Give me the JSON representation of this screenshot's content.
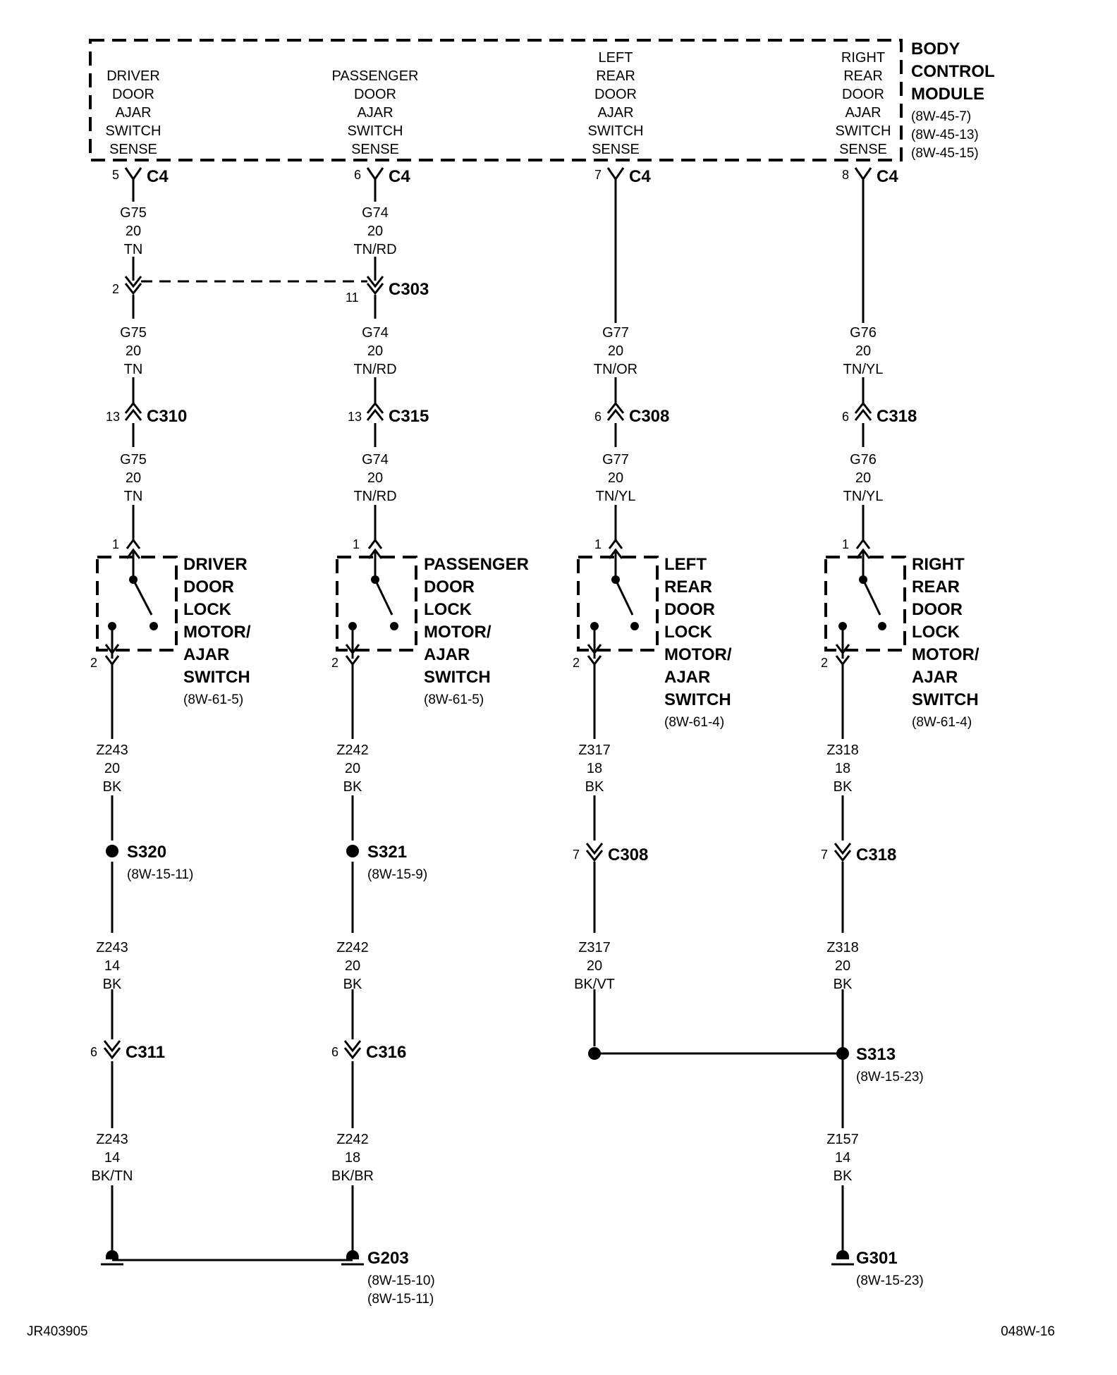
{
  "module": {
    "title_lines": [
      "BODY",
      "CONTROL",
      "MODULE"
    ],
    "refs": [
      "(8W-45-7)",
      "(8W-45-13)",
      "(8W-45-15)"
    ],
    "sense_labels": [
      [
        "DRIVER",
        "DOOR",
        "AJAR",
        "SWITCH",
        "SENSE"
      ],
      [
        "PASSENGER",
        "DOOR",
        "AJAR",
        "SWITCH",
        "SENSE"
      ],
      [
        "LEFT",
        "REAR",
        "DOOR",
        "AJAR",
        "SWITCH",
        "SENSE"
      ],
      [
        "RIGHT",
        "REAR",
        "DOOR",
        "AJAR",
        "SWITCH",
        "SENSE"
      ]
    ]
  },
  "c4": [
    {
      "pin": "5",
      "name": "C4"
    },
    {
      "pin": "6",
      "name": "C4"
    },
    {
      "pin": "7",
      "name": "C4"
    },
    {
      "pin": "8",
      "name": "C4"
    }
  ],
  "wires": {
    "g75_a": [
      "G75",
      "20",
      "TN"
    ],
    "g74_a": [
      "G74",
      "20",
      "TN/RD"
    ],
    "g75_b": [
      "G75",
      "20",
      "TN"
    ],
    "g74_b": [
      "G74",
      "20",
      "TN/RD"
    ],
    "g77_b": [
      "G77",
      "20",
      "TN/OR"
    ],
    "g76_b": [
      "G76",
      "20",
      "TN/YL"
    ],
    "g75_c": [
      "G75",
      "20",
      "TN"
    ],
    "g74_c": [
      "G74",
      "20",
      "TN/RD"
    ],
    "g77_c": [
      "G77",
      "20",
      "TN/YL"
    ],
    "g76_c": [
      "G76",
      "20",
      "TN/YL"
    ],
    "z243_a": [
      "Z243",
      "20",
      "BK"
    ],
    "z242_a": [
      "Z242",
      "20",
      "BK"
    ],
    "z317_a": [
      "Z317",
      "18",
      "BK"
    ],
    "z318_a": [
      "Z318",
      "18",
      "BK"
    ],
    "z243_b": [
      "Z243",
      "14",
      "BK"
    ],
    "z242_b": [
      "Z242",
      "20",
      "BK"
    ],
    "z317_b": [
      "Z317",
      "20",
      "BK/VT"
    ],
    "z318_b": [
      "Z318",
      "20",
      "BK"
    ],
    "z243_c": [
      "Z243",
      "14",
      "BK/TN"
    ],
    "z242_c": [
      "Z242",
      "18",
      "BK/BR"
    ],
    "z157": [
      "Z157",
      "14",
      "BK"
    ]
  },
  "connectors": {
    "c303": {
      "pin_left": "2",
      "pin_right": "11",
      "name": "C303"
    },
    "c310": {
      "pin": "13",
      "name": "C310"
    },
    "c315": {
      "pin": "13",
      "name": "C315"
    },
    "c308_top": {
      "pin": "6",
      "name": "C308"
    },
    "c318_top": {
      "pin": "6",
      "name": "C318"
    },
    "c308_bot": {
      "pin": "7",
      "name": "C308"
    },
    "c318_bot": {
      "pin": "7",
      "name": "C318"
    },
    "c311": {
      "pin": "6",
      "name": "C311"
    },
    "c316": {
      "pin": "6",
      "name": "C316"
    }
  },
  "switches": [
    {
      "lines": [
        "DRIVER",
        "DOOR",
        "LOCK",
        "MOTOR/",
        "AJAR",
        "SWITCH"
      ],
      "ref": "(8W-61-5)",
      "pin_top": "1",
      "pin_bottom": "2"
    },
    {
      "lines": [
        "PASSENGER",
        "DOOR",
        "LOCK",
        "MOTOR/",
        "AJAR",
        "SWITCH"
      ],
      "ref": "(8W-61-5)",
      "pin_top": "1",
      "pin_bottom": "2"
    },
    {
      "lines": [
        "LEFT",
        "REAR",
        "DOOR",
        "LOCK",
        "MOTOR/",
        "AJAR",
        "SWITCH"
      ],
      "ref": "(8W-61-4)",
      "pin_top": "1",
      "pin_bottom": "2"
    },
    {
      "lines": [
        "RIGHT",
        "REAR",
        "DOOR",
        "LOCK",
        "MOTOR/",
        "AJAR",
        "SWITCH"
      ],
      "ref": "(8W-61-4)",
      "pin_top": "1",
      "pin_bottom": "2"
    }
  ],
  "splices": {
    "s320": {
      "name": "S320",
      "ref": "(8W-15-11)"
    },
    "s321": {
      "name": "S321",
      "ref": "(8W-15-9)"
    },
    "s313": {
      "name": "S313",
      "ref": "(8W-15-23)"
    }
  },
  "grounds": {
    "g203": {
      "name": "G203",
      "refs": [
        "(8W-15-10)",
        "(8W-15-11)"
      ]
    },
    "g301": {
      "name": "G301",
      "refs": [
        "(8W-15-23)"
      ]
    }
  },
  "footer": {
    "left": "JR403905",
    "right": "048W-16"
  }
}
